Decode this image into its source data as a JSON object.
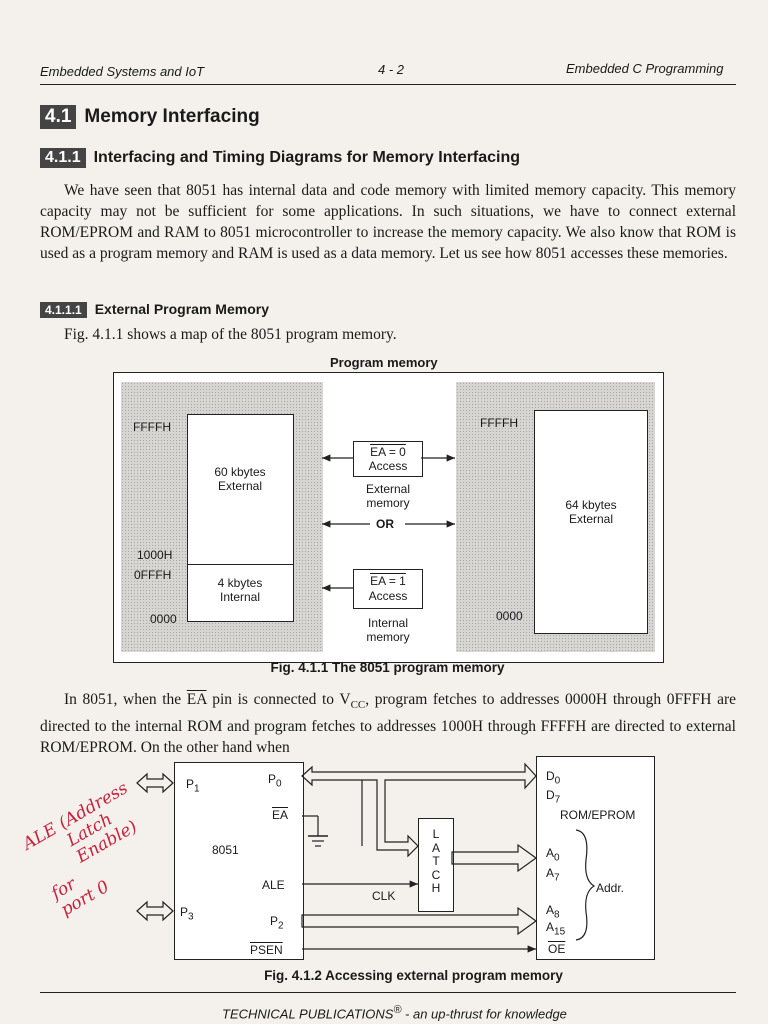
{
  "header": {
    "left": "Embedded Systems and IoT",
    "center": "4 - 2",
    "right": "Embedded C Programming"
  },
  "section": {
    "num": "4.1",
    "title": "Memory Interfacing"
  },
  "subsection": {
    "num": "4.1.1",
    "title": "Interfacing and Timing Diagrams for Memory Interfacing"
  },
  "para1": "We have seen that 8051 has internal data and code memory with limited memory capacity. This memory capacity may not be sufficient for some applications. In such situations, we have to connect external ROM/EPROM and RAM to 8051 microcontroller to increase the memory capacity. We also know that ROM is used as a program memory and RAM is used as a data memory. Let us see how 8051 accesses these memories.",
  "subsub": {
    "num": "4.1.1.1",
    "title": "External Program Memory"
  },
  "fig_intro": "Fig. 4.1.1 shows a map of the 8051 program memory.",
  "fig1": {
    "title": "Program memory",
    "left_top": "FFFFH",
    "left_1000": "1000H",
    "left_0fff": "0FFFH",
    "left_zero": "0000",
    "ext_block": "60 kbytes External",
    "int_block": "4 kbytes Internal",
    "ea0_top": "EA = 0",
    "ea0_bottom": "Access",
    "ext_mem": "External memory",
    "or": "OR",
    "ea1_top": "EA = 1",
    "ea1_bottom": "Access",
    "int_mem": "Internal memory",
    "right_top": "FFFFH",
    "right_zero": "0000",
    "right_block": "64 kbytes External",
    "caption": "Fig. 4.1.1 The 8051 program memory"
  },
  "para2": {
    "pre": "In 8051, when the",
    "ea": "EA",
    "mid": "pin is connected to V",
    "sub": "CC",
    "post": ", program fetches to addresses 0000H through 0FFFH are directed to the internal ROM and program fetches to addresses 1000H through FFFFH are directed to external ROM/EPROM. On the other hand when"
  },
  "fig2": {
    "p1": "P",
    "p1_sub": "1",
    "p0": "P",
    "p0_sub": "0",
    "ea": "EA",
    "chip": "8051",
    "ale": "ALE",
    "p3": "P",
    "p3_sub": "3",
    "p2": "P",
    "p2_sub": "2",
    "psen": "PSEN",
    "latch": "LATCH",
    "clk": "CLK",
    "d0": "D",
    "d0_sub": "0",
    "d7": "D",
    "d7_sub": "7",
    "rom": "ROM/EPROM",
    "a0": "A",
    "a0_sub": "0",
    "a7": "A",
    "a7_sub": "7",
    "addr": "Addr.",
    "a8": "A",
    "a8_sub": "8",
    "a15": "A",
    "a15_sub": "15",
    "oe": "OE",
    "caption": "Fig. 4.1.2 Accessing external program memory"
  },
  "handnote": {
    "line1": "ALE (Address",
    "line2": "Latch",
    "line3": "Enable)",
    "line4": "for",
    "line5": "port 0"
  },
  "footer": {
    "pub": "TECHNICAL PUBLICATIONS",
    "reg": "®",
    "tag": " - an up-thrust for knowledge"
  },
  "colors": {
    "ink": "#1a1a1a",
    "paper": "#f4f1ec",
    "handwriting": "#c8203c"
  }
}
